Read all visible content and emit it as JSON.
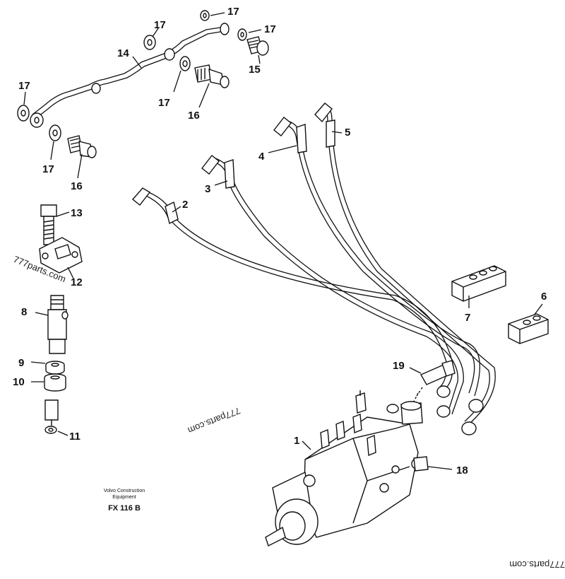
{
  "callouts": [
    {
      "id": "1",
      "label": "1"
    },
    {
      "id": "2",
      "label": "2"
    },
    {
      "id": "3",
      "label": "3"
    },
    {
      "id": "4",
      "label": "4"
    },
    {
      "id": "5",
      "label": "5"
    },
    {
      "id": "6",
      "label": "6"
    },
    {
      "id": "7",
      "label": "7"
    },
    {
      "id": "8",
      "label": "8"
    },
    {
      "id": "9",
      "label": "9"
    },
    {
      "id": "10",
      "label": "10"
    },
    {
      "id": "11",
      "label": "11"
    },
    {
      "id": "12",
      "label": "12"
    },
    {
      "id": "13",
      "label": "13"
    },
    {
      "id": "14",
      "label": "14"
    },
    {
      "id": "15",
      "label": "15"
    },
    {
      "id": "16a",
      "label": "16"
    },
    {
      "id": "16b",
      "label": "16"
    },
    {
      "id": "17a",
      "label": "17"
    },
    {
      "id": "17b",
      "label": "17"
    },
    {
      "id": "17c",
      "label": "17"
    },
    {
      "id": "17d",
      "label": "17"
    },
    {
      "id": "17e",
      "label": "17"
    },
    {
      "id": "17f",
      "label": "17"
    },
    {
      "id": "18",
      "label": "18"
    },
    {
      "id": "19",
      "label": "19"
    }
  ],
  "caption": {
    "manufacturer_line1": "Volvo Construction",
    "manufacturer_line2": "Equipment",
    "figure_code": "FX 116 B"
  },
  "watermarks": {
    "left": "777parts.com",
    "center": "777parts.com",
    "bottom_right": "777parts.com"
  }
}
